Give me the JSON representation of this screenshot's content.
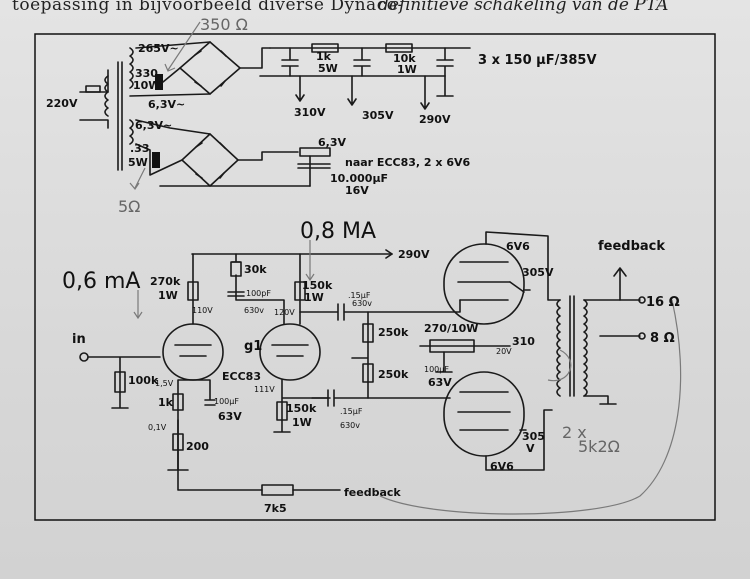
{
  "header": {
    "left": "toepassing in bijvoorbeeld diverse Dynaco-",
    "right": "definitieve schakeling van de PTA"
  },
  "psu": {
    "mains": "220V",
    "sec_hv": "265V~",
    "sec_tap": "330",
    "tap_res": "10W",
    "sec_fil": "6,3V~",
    "sec_bias": "6,3V~",
    "pencil_top": "350 Ω",
    "res1": "1k",
    "res1_w": "5W",
    "res2": "10k",
    "res2_w": "1W",
    "caps": "3 x 150 µF/385V",
    "v1": "310V",
    "v2": "305V",
    "v3": "290V",
    "bias_v": "6,3V",
    "bias_res": ".33",
    "bias_res_w": "5W",
    "bias_note": "naar ECC83, 2 x 6V6",
    "bias_cap": "10.000µF",
    "bias_cap_v": "16V",
    "pencil_bottom": "5Ω"
  },
  "amp": {
    "current_08": "0,8 MA",
    "b_plus": "290V",
    "current_06": "0,6 mA",
    "r_270k": "270k",
    "r_270k_w": "1W",
    "r_30k": "30k",
    "c_100pF": "100pF",
    "c_100pF_v": "630v",
    "r_150k_top": "150k",
    "r_150k_top_w": "1W",
    "c_015_top": ".15µF",
    "c_015_top_v": "630v",
    "in": "in",
    "r_100k": "100k",
    "tube1": "ECC83",
    "g1": "g1",
    "node_110": "110V",
    "node_120": "120V",
    "node_111": "111V",
    "node_15": "1,5V",
    "node_01": "0,1V",
    "r_1k": "1k",
    "c_100uF": "100µF",
    "c_100uF_v": "63V",
    "r_200": "200",
    "r_150k_bot": "150k",
    "r_150k_bot_w": "1W",
    "c_015_bot": ".15µF",
    "c_015_bot_v": "630v",
    "r_250k_a": "250k",
    "r_250k_b": "250k",
    "r_270_10w": "270/10W",
    "c_100uF_b": "100µF",
    "c_100uF_b_v": "63V",
    "node_20": "20V",
    "fb_res": "7k5",
    "fb_label": "feedback",
    "tube_top": "6V6",
    "tube_bot": "6V6",
    "v_305_top": "305V",
    "v_310": "310",
    "v_305_bot": "305",
    "v_305_bot_u": "V",
    "out_16": "16 Ω",
    "out_8": "8 Ω",
    "feedback_top": "feedback",
    "pencil_2x": "2 x",
    "pencil_5k": "5k2Ω"
  }
}
